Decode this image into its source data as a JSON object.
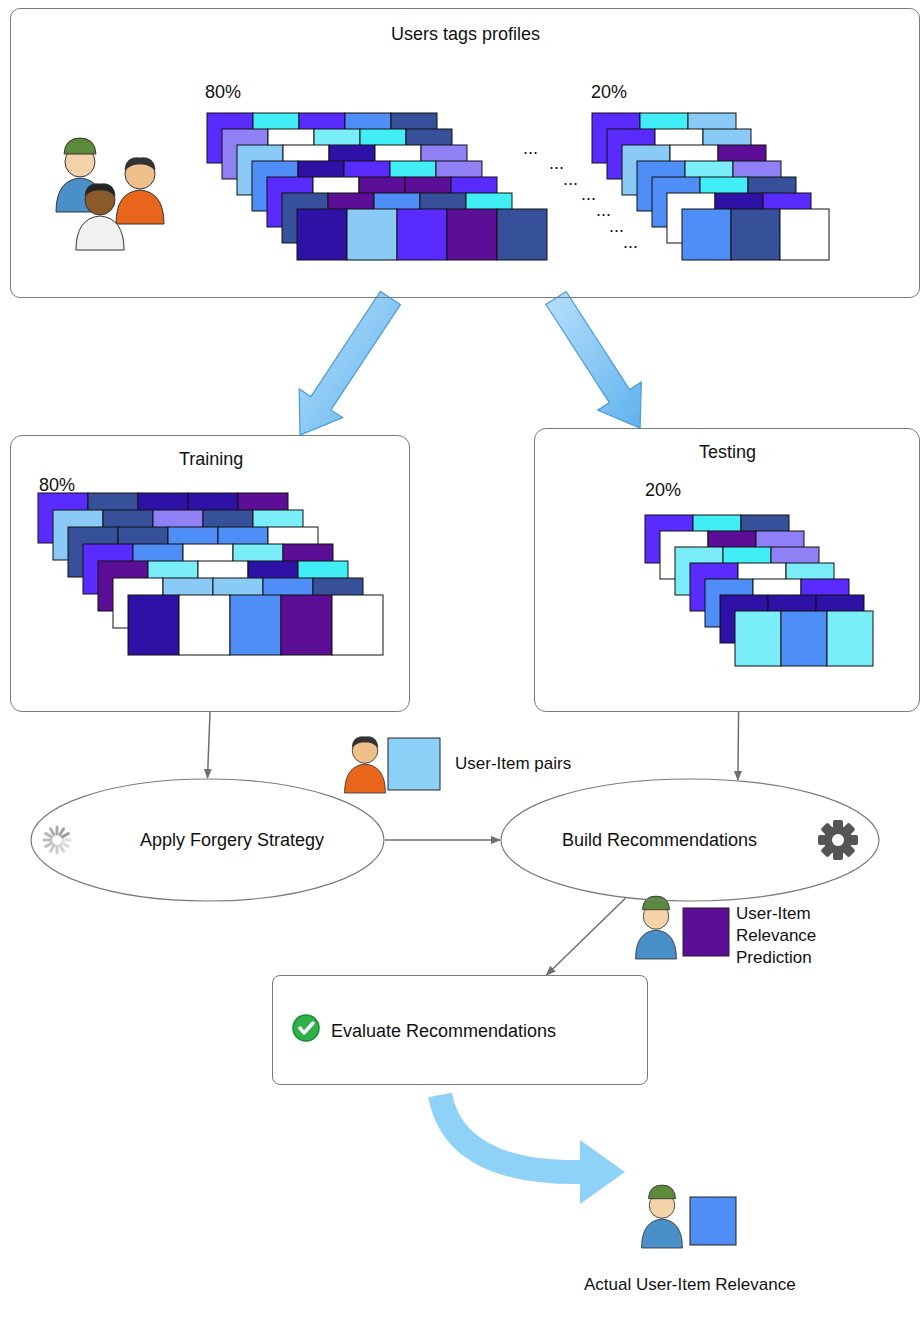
{
  "diagram": {
    "nodes": [
      {
        "text": [
          "Users tags profiles",
          "80%",
          "20%",
          "...",
          "...",
          "...",
          "...",
          "...",
          "...",
          "..."
        ]
      },
      {
        "text": [
          "Training",
          "80%"
        ]
      },
      {
        "text": [
          "Testing",
          "20%"
        ]
      },
      {
        "text": [
          "Apply Forgery Strategy"
        ]
      },
      {
        "text": [
          "Build Recommendations"
        ]
      },
      {
        "text": [
          "Evaluate Recommendations"
        ]
      }
    ],
    "edges": [
      {
        "from": 0,
        "to": 1,
        "arrow": "to"
      },
      {
        "from": 0,
        "to": 2,
        "arrow": "to"
      },
      {
        "from": 1,
        "to": 3,
        "arrow": "to"
      },
      {
        "from": 2,
        "to": 4,
        "arrow": "to"
      },
      {
        "from": 3,
        "to": 4,
        "arrow": "to"
      },
      {
        "from": 4,
        "to": 5,
        "arrow": "to"
      }
    ],
    "labels": [
      "User-Item pairs",
      "User-Item Relevance Prediction",
      "Actual User-Item Relevance"
    ]
  }
}
